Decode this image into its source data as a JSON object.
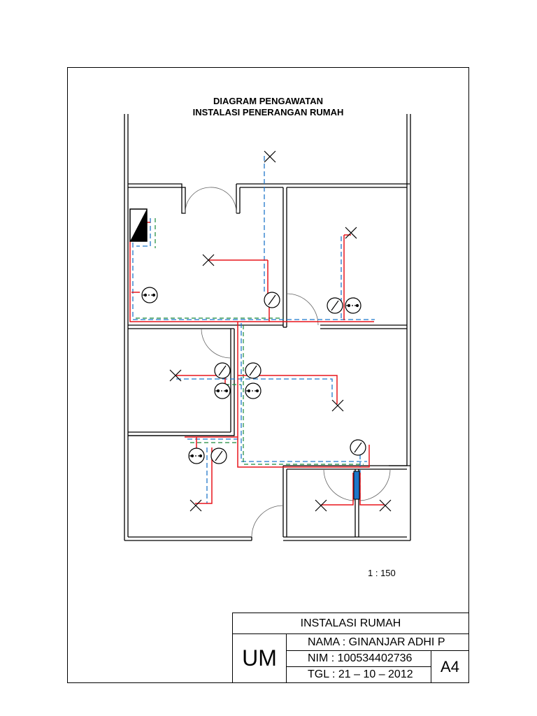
{
  "title": {
    "line1": "DIAGRAM PENGAWATAN",
    "line2": "INSTALASI PENERANGAN RUMAH"
  },
  "scale": "1 : 150",
  "title_block": {
    "project": "INSTALASI RUMAH",
    "logo": "UM",
    "name": "NAMA : GINANJAR ADHI P",
    "nim": "NIM : 100534402736",
    "date": "TGL : 21 – 10 – 2012",
    "paper": "A4"
  },
  "legend_colors": {
    "phase": "#e8151b",
    "neutral": "#1f77c9",
    "ground": "#1a8a3a"
  }
}
